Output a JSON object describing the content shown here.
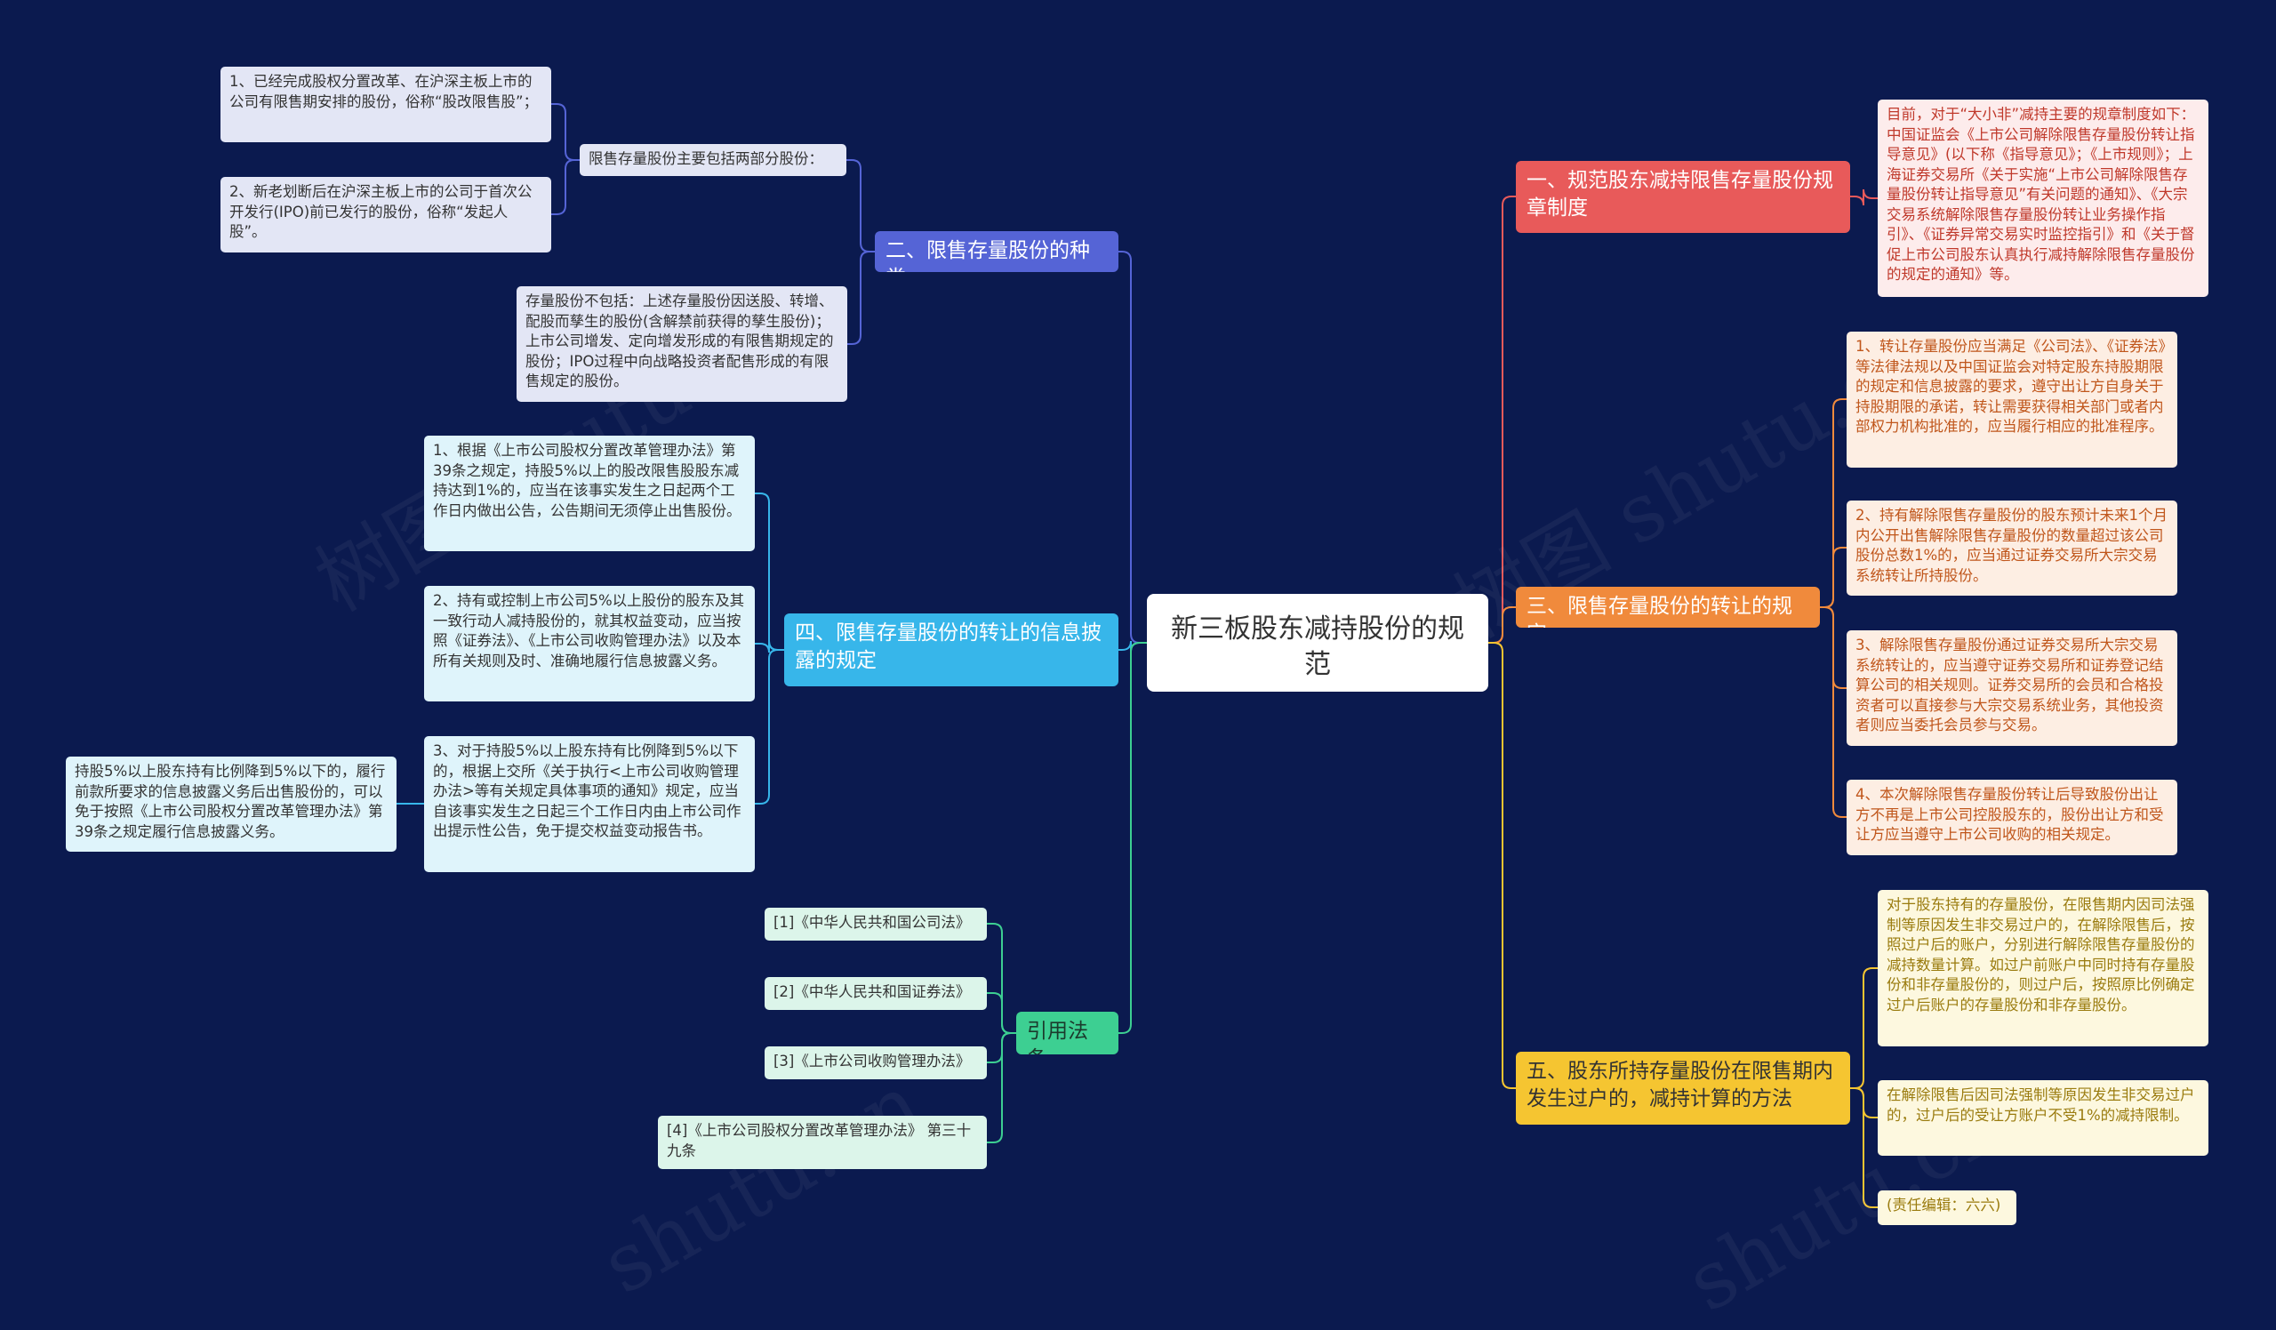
{
  "title": "新三板股东减持股份的规范",
  "colors": {
    "background": "#0b1a4f",
    "branch_1": "#e85a5a",
    "branch_2": "#5564d6",
    "branch_3": "#f08a3c",
    "branch_4": "#37b6ea",
    "branch_5": "#f5c531",
    "branch_6": "#3dcf92"
  },
  "branches": {
    "b1": {
      "label": "一、规范股东减持限售存量股份规章制度",
      "children": [
        "目前，对于“大小非”减持主要的规章制度如下：中国证监会《上市公司解除限售存量股份转让指导意见》(以下称《指导意见》；《上市规则》；上海证券交易所《关于实施“上市公司解除限售存量股份转让指导意见”有关问题的通知》、《大宗交易系统解除限售存量股份转让业务操作指引》、《证券异常交易实时监控指引》和《关于督促上市公司股东认真执行减持解除限售存量股份的规定的通知》等。"
      ]
    },
    "b2": {
      "label": "二、限售存量股份的种类",
      "sub": {
        "label": "限售存量股份主要包括两部分股份：",
        "children": [
          "1、已经完成股权分置改革、在沪深主板上市的公司有限售期安排的股份，俗称“股改限售股”；",
          "2、新老划断后在沪深主板上市的公司于首次公开发行(IPO)前已发行的股份，俗称“发起人股”。"
        ]
      },
      "note": "存量股份不包括：上述存量股份因送股、转增、配股而孳生的股份(含解禁前获得的孳生股份)；上市公司增发、定向增发形成的有限售期规定的股份；IPO过程中向战略投资者配售形成的有限售规定的股份。"
    },
    "b3": {
      "label": "三、限售存量股份的转让的规定",
      "children": [
        "1、转让存量股份应当满足《公司法》、《证券法》等法律法规以及中国证监会对特定股东持股期限的规定和信息披露的要求，遵守出让方自身关于持股期限的承诺，转让需要获得相关部门或者内部权力机构批准的，应当履行相应的批准程序。",
        "2、持有解除限售存量股份的股东预计未来1个月内公开出售解除限售存量股份的数量超过该公司股份总数1%的，应当通过证券交易所大宗交易系统转让所持股份。",
        "3、解除限售存量股份通过证券交易所大宗交易系统转让的，应当遵守证券交易所和证券登记结算公司的相关规则。证券交易所的会员和合格投资者可以直接参与大宗交易系统业务，其他投资者则应当委托会员参与交易。",
        "4、本次解除限售存量股份转让后导致股份出让方不再是上市公司控股股东的，股份出让方和受让方应当遵守上市公司收购的相关规定。"
      ]
    },
    "b4": {
      "label": "四、限售存量股份的转让的信息披露的规定",
      "children": [
        "1、根据《上市公司股权分置改革管理办法》第39条之规定，持股5%以上的股改限售股股东减持达到1%的，应当在该事实发生之日起两个工作日内做出公告，公告期间无须停止出售股份。",
        "2、持有或控制上市公司5%以上股份的股东及其一致行动人减持股份的，就其权益变动，应当按照《证券法》、《上市公司收购管理办法》以及本所有关规则及时、准确地履行信息披露义务。",
        "3、对于持股5%以上股东持有比例降到5%以下的，根据上交所《关于执行<上市公司收购管理办法>等有关规定具体事项的通知》规定，应当自该事实发生之日起三个工作日内由上市公司作出提示性公告，免于提交权益变动报告书。"
      ],
      "extra": "持股5%以上股东持有比例降到5%以下的，履行前款所要求的信息披露义务后出售股份的，可以免于按照《上市公司股权分置改革管理办法》第39条之规定履行信息披露义务。"
    },
    "b5": {
      "label": "五、股东所持存量股份在限售期内发生过户的，减持计算的方法",
      "children": [
        "对于股东持有的存量股份，在限售期内因司法强制等原因发生非交易过户的，在解除限售后，按照过户后的账户，分别进行解除限售存量股份的减持数量计算。如过户前账户中同时持有存量股份和非存量股份的，则过户后，按照原比例确定过户后账户的存量股份和非存量股份。",
        "在解除限售后因司法强制等原因发生非交易过户的，过户后的受让方账户不受1%的减持限制。",
        "(责任编辑：六六)"
      ]
    },
    "b6": {
      "label": "引用法条",
      "children": [
        "[1]《中华人民共和国公司法》",
        "[2]《中华人民共和国证券法》",
        "[3]《上市公司收购管理办法》",
        "[4]《上市公司股权分置改革管理办法》 第三十九条"
      ]
    }
  },
  "watermarks": [
    "树图 shutu.cn",
    "树图 shutu.cn",
    "shutu.cn",
    "shutu.cn"
  ]
}
